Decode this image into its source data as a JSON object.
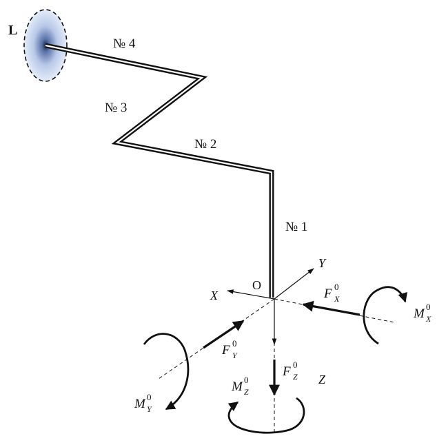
{
  "labels": {
    "load_point": "L",
    "origin": "O",
    "segment_1": "№ 1",
    "segment_2": "№ 2",
    "segment_3": "№ 3",
    "segment_4": "№ 4",
    "axis_x": "X",
    "axis_y": "Y",
    "axis_z": "Z",
    "force_x": "F",
    "force_x_sup": "0",
    "force_x_sub": "X",
    "force_y": "F",
    "force_y_sup": "0",
    "force_y_sub": "Y",
    "force_z": "F",
    "force_z_sup": "0",
    "force_z_sub": "Z",
    "moment_x": "M",
    "moment_x_sup": "0",
    "moment_x_sub": "X",
    "moment_y": "M",
    "moment_y_sup": "0",
    "moment_y_sub": "Y",
    "moment_z": "M",
    "moment_z_sup": "0",
    "moment_z_sub": "Z"
  },
  "colors": {
    "line": "#111111",
    "ellipse_fill": "#c9d6ee",
    "ellipse_core": "#1b2a44"
  }
}
